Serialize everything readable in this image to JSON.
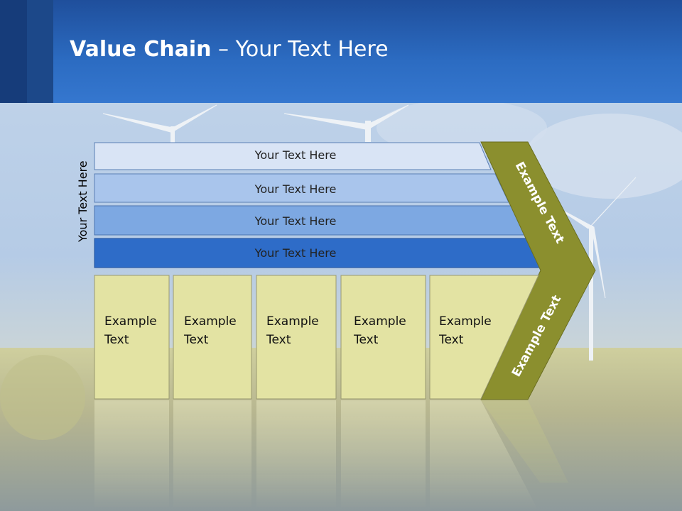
{
  "slide": {
    "title_bold": "Value Chain",
    "title_rest": " – Your Text Here",
    "side_label": "Your Text Here"
  },
  "bars": [
    {
      "label": "Your Text Here",
      "color": "#d9e4f5"
    },
    {
      "label": "Your Text Here",
      "color": "#a9c5ec"
    },
    {
      "label": "Your Text Here",
      "color": "#7da8e2"
    },
    {
      "label": "Your Text Here",
      "color": "#2e6cc8"
    }
  ],
  "boxes": [
    {
      "line1": "Example",
      "line2": "Text"
    },
    {
      "line1": "Example",
      "line2": "Text"
    },
    {
      "line1": "Example",
      "line2": "Text"
    },
    {
      "line1": "Example",
      "line2": "Text"
    },
    {
      "line1": "Example",
      "line2": "Text"
    }
  ],
  "chevron": {
    "upper_label": "Example Text",
    "lower_label": "Example Text",
    "color": "#8b8f2e"
  },
  "colors": {
    "box_fill": "#e3e3a3",
    "header": "#2c6cc2"
  }
}
